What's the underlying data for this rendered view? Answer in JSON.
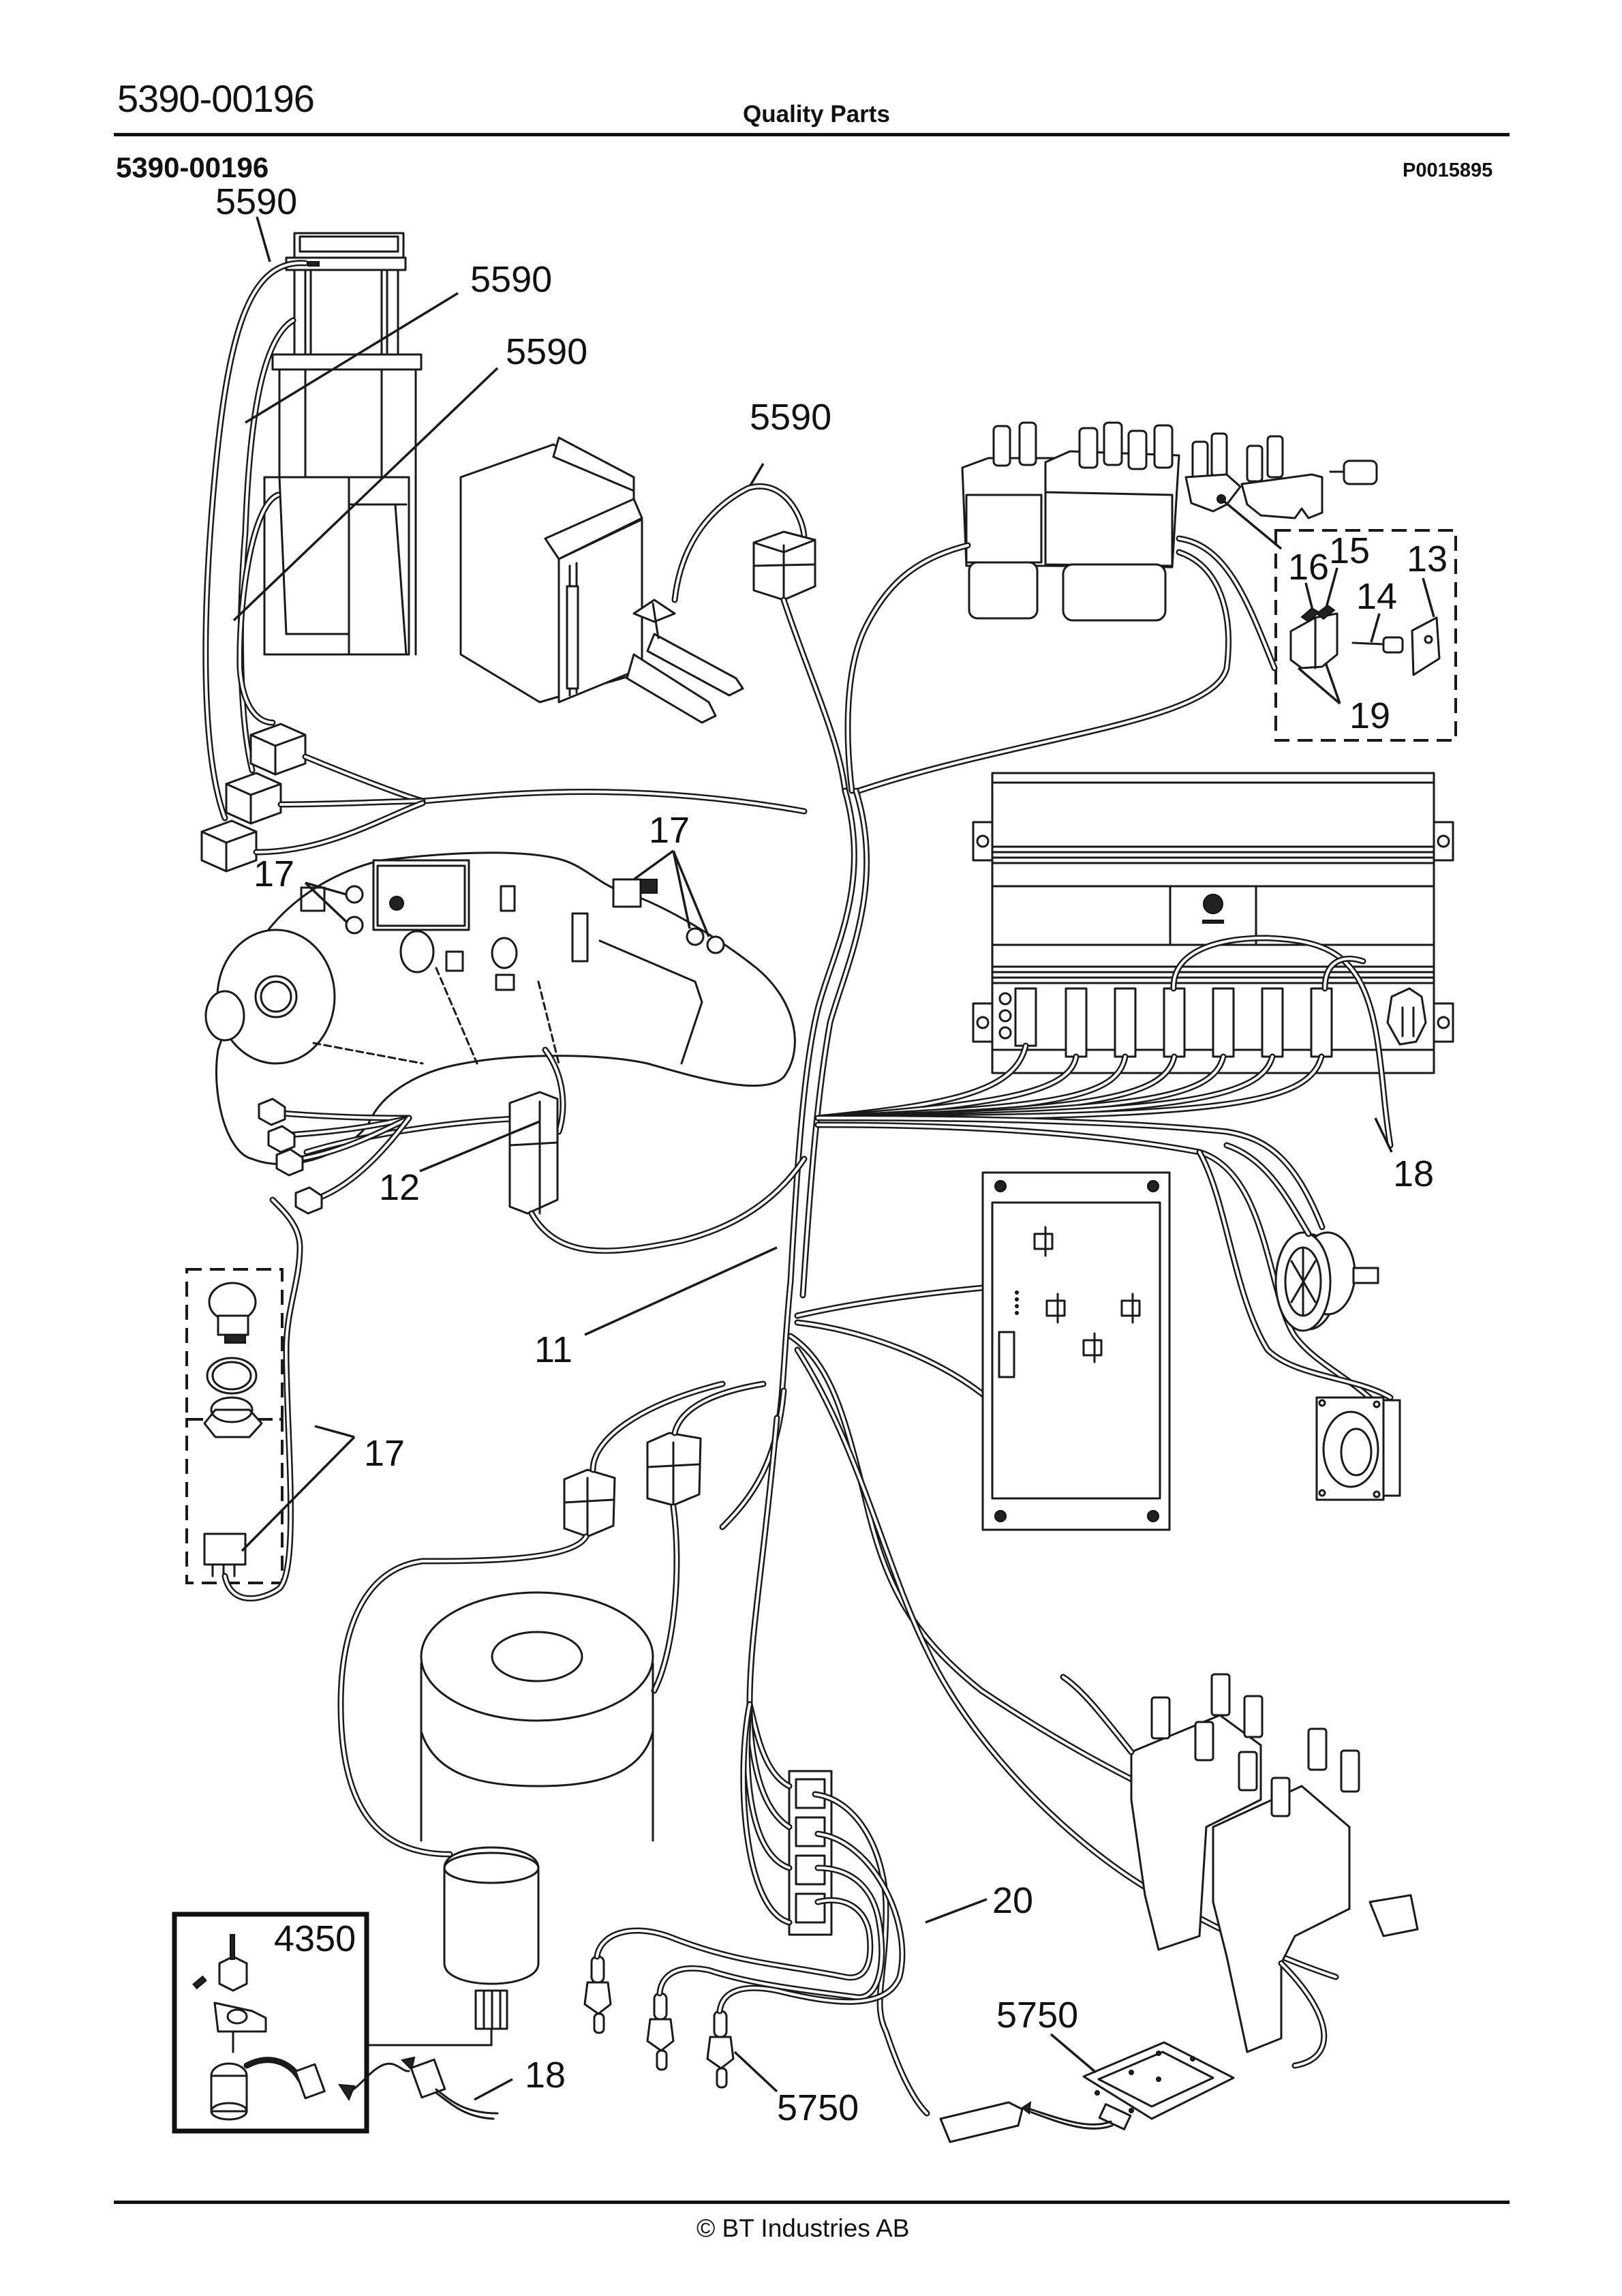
{
  "header": {
    "part_number": "5390-00196",
    "title": "Quality Parts"
  },
  "subheader": {
    "part_number": "5390-00196",
    "drawing_ref": "P0015895"
  },
  "footer": {
    "copyright": "© BT Industries AB"
  },
  "callouts": {
    "c5590_top": "5590",
    "c5590_mast_a": "5590",
    "c5590_mast_b": "5590",
    "c5590_truck": "5590",
    "c16": "16",
    "c15": "15",
    "c13": "13",
    "c14": "14",
    "c19": "19",
    "c17_left": "17",
    "c17_right": "17",
    "c12": "12",
    "c18_controller": "18",
    "c11": "11",
    "c17_switch": "17",
    "c20": "20",
    "c4350": "4350",
    "c18_sensor": "18",
    "c5750_sensors": "5750",
    "c5750_plate": "5750"
  },
  "components": [
    {
      "id": "mast-assembly",
      "callout": "5590"
    },
    {
      "id": "pallet-truck",
      "callout": "5590"
    },
    {
      "id": "contactor-block-top",
      "callout": ""
    },
    {
      "id": "microswitch-kit",
      "callouts": [
        "13",
        "14",
        "15",
        "16",
        "19"
      ]
    },
    {
      "id": "control-handle-panel",
      "callout": "17"
    },
    {
      "id": "logic-controller-box",
      "callout": "18"
    },
    {
      "id": "cable-harness-main",
      "callout": "11"
    },
    {
      "id": "cable-harness-panel",
      "callout": "12"
    },
    {
      "id": "pushbutton-switch-kit",
      "callout": "17"
    },
    {
      "id": "horn",
      "callout": ""
    },
    {
      "id": "cooling-fan",
      "callout": ""
    },
    {
      "id": "motor-controller-plate",
      "callout": ""
    },
    {
      "id": "drive-motor",
      "callout": ""
    },
    {
      "id": "encoder-sensor-kit",
      "callout": "4350"
    },
    {
      "id": "sensor-cable",
      "callout": "18"
    },
    {
      "id": "fuse-holder",
      "callout": "20"
    },
    {
      "id": "proximity-sensors",
      "callout": "5750"
    },
    {
      "id": "sensor-plate",
      "callout": "5750"
    },
    {
      "id": "main-contactors",
      "callout": ""
    }
  ]
}
